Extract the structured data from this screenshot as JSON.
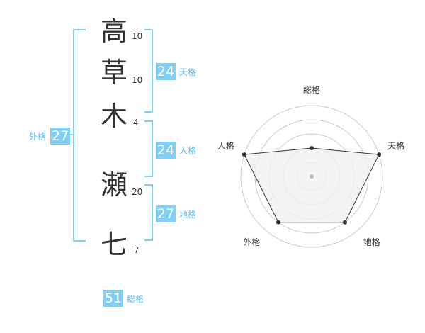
{
  "name": {
    "chars": [
      {
        "kanji": "高",
        "strokes": "10"
      },
      {
        "kanji": "草",
        "strokes": "10"
      },
      {
        "kanji": "木",
        "strokes": "4"
      },
      {
        "kanji": "瀬",
        "strokes": "20"
      },
      {
        "kanji": "七",
        "strokes": "7"
      }
    ]
  },
  "kakusu": {
    "tenkaku": {
      "value": "24",
      "label": "天格"
    },
    "jinkaku": {
      "value": "24",
      "label": "人格"
    },
    "chikaku": {
      "value": "27",
      "label": "地格"
    },
    "gaikaku": {
      "value": "27",
      "label": "外格"
    },
    "soukaku": {
      "value": "51",
      "label": "総格"
    }
  },
  "colors": {
    "accent": "#82cff6",
    "accent_text": "#5db8e8",
    "text": "#333333",
    "radar_fill": "#f0f0f0",
    "radar_grid": "#cccccc"
  },
  "chart_data": {
    "type": "radar",
    "axes": [
      "総格",
      "天格",
      "地格",
      "外格",
      "人格"
    ],
    "values": [
      0.4,
      1.0,
      0.8,
      0.8,
      1.0
    ],
    "rings": 5
  }
}
